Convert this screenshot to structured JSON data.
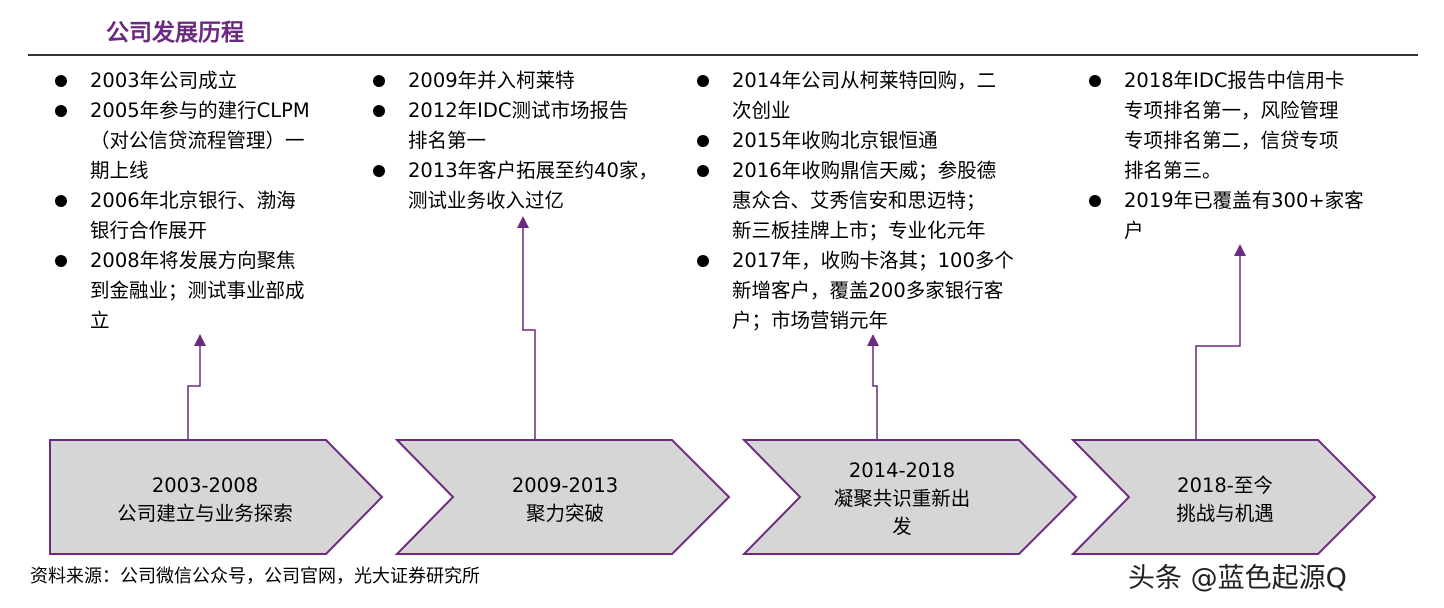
{
  "title": "公司发展历程",
  "stages": [
    {
      "years": "2003-2008",
      "name": "公司建立与业务探索",
      "bullets": [
        [
          "2003年公司成立"
        ],
        [
          "2005年参与的建行CLPM",
          "（对公信贷流程管理）一",
          "期上线"
        ],
        [
          "2006年北京银行、渤海",
          "银行合作展开"
        ],
        [
          "2008年将发展方向聚焦",
          "到金融业；测试事业部成",
          "立"
        ]
      ]
    },
    {
      "years": "2009-2013",
      "name": "聚力突破",
      "bullets": [
        [
          "2009年并入柯莱特"
        ],
        [
          "2012年IDC测试市场报告",
          "排名第一"
        ],
        [
          "2013年客户拓展至约40家，",
          "测试业务收入过亿"
        ]
      ]
    },
    {
      "years": "2014-2018",
      "name": "凝聚共识重新出",
      "name2": "发",
      "bullets": [
        [
          "2014年公司从柯莱特回购，二",
          "次创业"
        ],
        [
          "2015年收购北京银恒通"
        ],
        [
          "2016年收购鼎信天威；参股德",
          "惠众合、艾秀信安和思迈特；",
          "新三板挂牌上市；专业化元年"
        ],
        [
          "2017年，收购卡洛其；100多个",
          "新增客户，覆盖200多家银行客",
          "户；市场营销元年"
        ]
      ]
    },
    {
      "years": "2018-至今",
      "name": "挑战与机遇",
      "bullets": [
        [
          "2018年IDC报告中信用卡",
          "专项排名第一，风险管理",
          "专项排名第二，信贷专项",
          "排名第三。"
        ],
        [
          "2019年已覆盖有300+家客",
          "户"
        ]
      ]
    }
  ],
  "source": "资料来源：公司微信公众号，公司官网，光大证券研究所",
  "watermark": "头条 @蓝色起源Q",
  "colors": {
    "accent": "#6b2a80",
    "arrow_fill": "#d6d6d6",
    "arrow_border": "#6b2a80",
    "text": "#000000"
  }
}
